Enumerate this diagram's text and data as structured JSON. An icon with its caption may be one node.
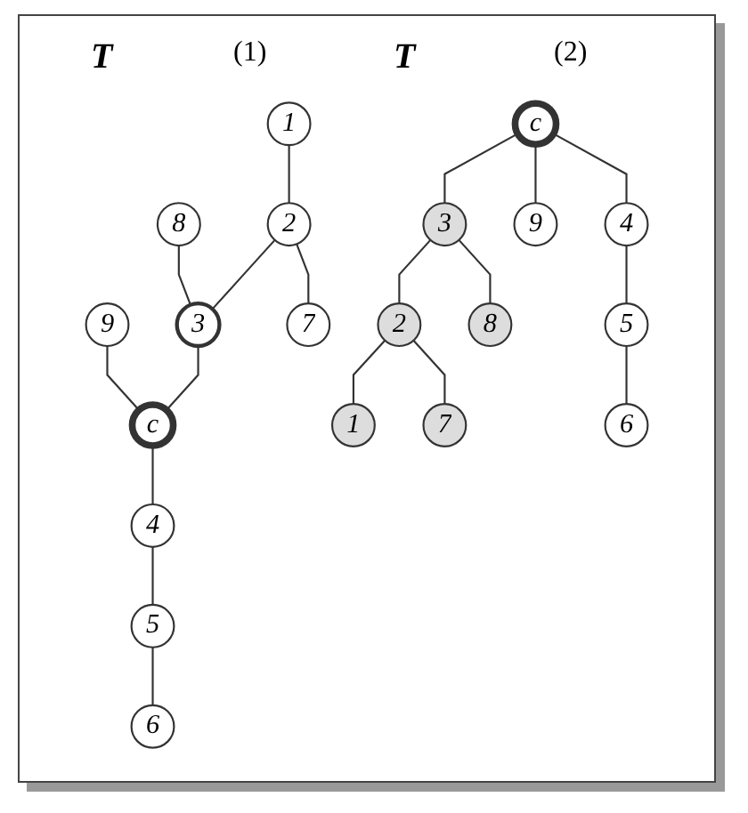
{
  "diagram": {
    "nodes": [
      {
        "text": [
          "8"
        ]
      },
      {
        "text": [
          "9"
        ]
      },
      {
        "text": [
          "1"
        ]
      },
      {
        "text": [
          "2"
        ]
      },
      {
        "text": [
          "3"
        ]
      },
      {
        "text": [
          "c"
        ]
      },
      {
        "text": [
          "4"
        ]
      },
      {
        "text": [
          "5"
        ]
      },
      {
        "text": [
          "7"
        ]
      },
      {
        "text": [
          "6"
        ]
      },
      {
        "text": [
          "c"
        ]
      },
      {
        "text": [
          "3"
        ]
      },
      {
        "text": [
          "9"
        ]
      },
      {
        "text": [
          "4"
        ]
      },
      {
        "text": [
          "2"
        ]
      },
      {
        "text": [
          "8"
        ]
      },
      {
        "text": [
          "5"
        ]
      },
      {
        "text": [
          "1"
        ]
      },
      {
        "text": [
          "7"
        ]
      },
      {
        "text": [
          "6"
        ]
      }
    ],
    "edges": [
      {
        "from": 2,
        "to": 3,
        "arrow": "none"
      },
      {
        "from": 3,
        "to": 4,
        "arrow": "none"
      },
      {
        "from": 4,
        "to": 5,
        "arrow": "none"
      },
      {
        "from": 5,
        "to": 6,
        "arrow": "none"
      },
      {
        "from": 6,
        "to": 7,
        "arrow": "none"
      },
      {
        "from": 0,
        "to": 4,
        "arrow": "none"
      },
      {
        "from": 1,
        "to": 5,
        "arrow": "none"
      },
      {
        "from": 3,
        "to": 8,
        "arrow": "none"
      },
      {
        "from": 7,
        "to": 9,
        "arrow": "none"
      },
      {
        "from": 10,
        "to": 11,
        "arrow": "none"
      },
      {
        "from": 10,
        "to": 12,
        "arrow": "none"
      },
      {
        "from": 10,
        "to": 13,
        "arrow": "none"
      },
      {
        "from": 11,
        "to": 14,
        "arrow": "none"
      },
      {
        "from": 11,
        "to": 15,
        "arrow": "none"
      },
      {
        "from": 13,
        "to": 16,
        "arrow": "none"
      },
      {
        "from": 14,
        "to": 17,
        "arrow": "none"
      },
      {
        "from": 14,
        "to": 18,
        "arrow": "none"
      },
      {
        "from": 16,
        "to": 19,
        "arrow": "none"
      }
    ],
    "labels": [
      "T",
      "(1)",
      "T",
      "(2)"
    ]
  }
}
